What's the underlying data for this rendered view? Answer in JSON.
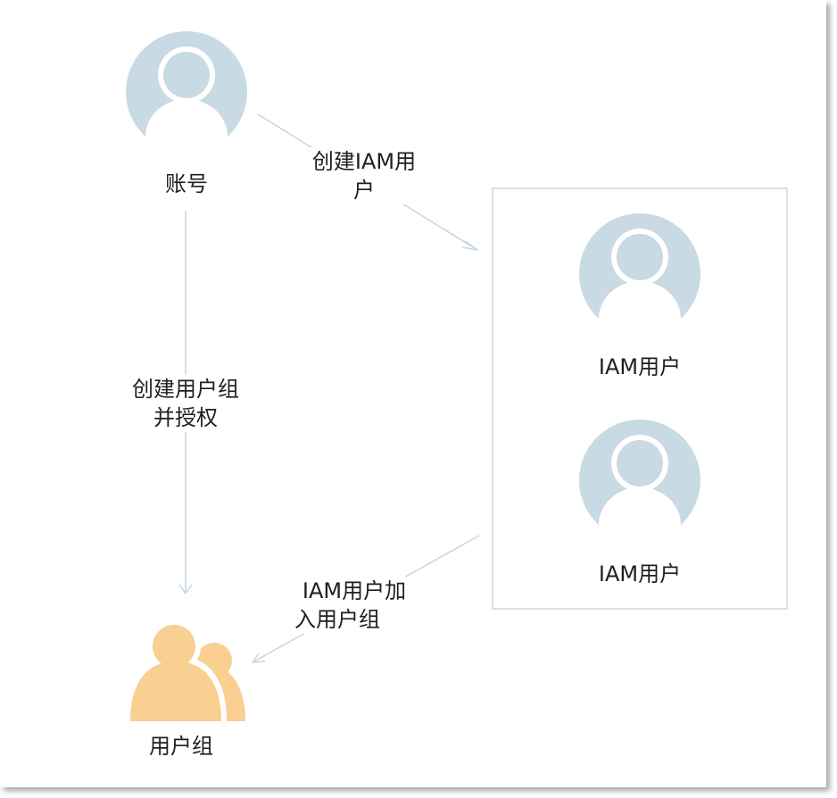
{
  "nodes": {
    "account": {
      "label": "账号"
    },
    "iam_user_1": {
      "label": "IAM用户"
    },
    "iam_user_2": {
      "label": "IAM用户"
    },
    "user_group": {
      "label": "用户组"
    }
  },
  "edges": {
    "create_iam_user": {
      "line1": "创建IAM用",
      "line2": "户"
    },
    "create_group_authorize": {
      "line1": "创建用户组",
      "line2": "并授权"
    },
    "iam_join_group": {
      "line1": "IAM用户加",
      "line2": "入用户组"
    }
  },
  "colors": {
    "user_icon": "#c8dae3",
    "group_icon": "#f9cf92",
    "arrow": "#c5d6e0",
    "container_border": "#c8dae3"
  }
}
